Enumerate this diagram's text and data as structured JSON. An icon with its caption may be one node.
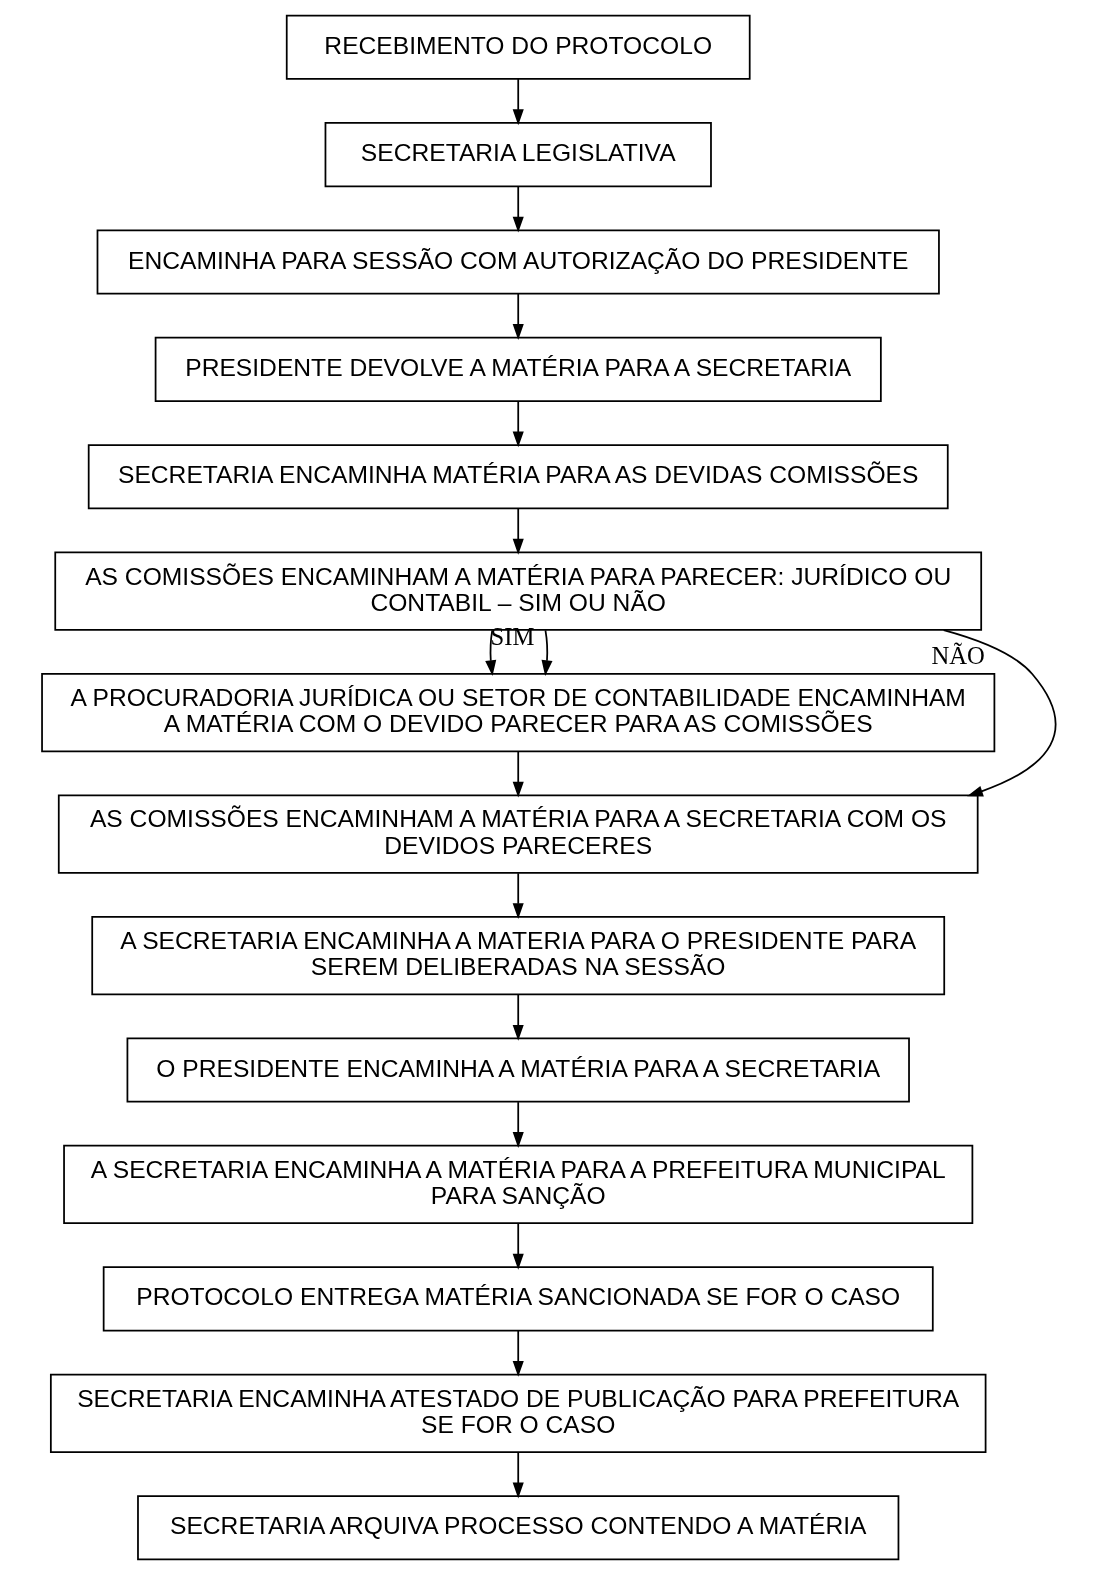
{
  "diagram": {
    "nodes": [
      {
        "text": [
          "RECEBIMENTO DO PROTOCOLO"
        ]
      },
      {
        "text": [
          "SECRETARIA LEGISLATIVA"
        ]
      },
      {
        "text": [
          "ENCAMINHA PARA SESSÃO COM AUTORIZAÇÃO DO PRESIDENTE"
        ]
      },
      {
        "text": [
          "PRESIDENTE DEVOLVE A MATÉRIA PARA A SECRETARIA"
        ]
      },
      {
        "text": [
          "SECRETARIA ENCAMINHA MATÉRIA PARA AS DEVIDAS COMISSÕES"
        ]
      },
      {
        "text": [
          "AS COMISSÕES ENCAMINHAM A MATÉRIA PARA PARECER: JURÍDICO OU CONTABIL – SIM OU NÃO"
        ]
      },
      {
        "text": [
          "A PROCURADORIA JURÍDICA OU SETOR DE CONTABILIDADE ENCAMINHAM A MATÉRIA COM O DEVIDO PARECER PARA AS COMISSÕES"
        ]
      },
      {
        "text": [
          "AS COMISSÕES ENCAMINHAM A MATÉRIA PARA A SECRETARIA COM OS DEVIDOS PARECERES"
        ]
      },
      {
        "text": [
          "A SECRETARIA ENCAMINHA A MATERIA PARA O PRESIDENTE PARA SEREM DELIBERADAS NA SESSÃO"
        ]
      },
      {
        "text": [
          "O PRESIDENTE ENCAMINHA A MATÉRIA PARA A SECRETARIA"
        ]
      },
      {
        "text": [
          "A SECRETARIA ENCAMINHA A MATÉRIA PARA A PREFEITURA MUNICIPAL PARA SANÇÃO"
        ]
      },
      {
        "text": [
          "PROTOCOLO ENTREGA MATÉRIA SANCIONADA SE FOR O CASO"
        ]
      },
      {
        "text": [
          "SECRETARIA ENCAMINHA ATESTADO DE PUBLICAÇÃO PARA PREFEITURA SE FOR O CASO"
        ]
      },
      {
        "text": [
          "SECRETARIA ARQUIVA PROCESSO CONTENDO A MATÉRIA"
        ]
      }
    ],
    "edges": [
      {
        "from": 0,
        "to": 1,
        "arrow": "to"
      },
      {
        "from": 1,
        "to": 2,
        "arrow": "to"
      },
      {
        "from": 2,
        "to": 3,
        "arrow": "to"
      },
      {
        "from": 3,
        "to": 4,
        "arrow": "to"
      },
      {
        "from": 4,
        "to": 5,
        "arrow": "to"
      },
      {
        "from": 5,
        "to": 7,
        "arrow": "to",
        "label": "NÃO"
      },
      {
        "from": 5,
        "to": 6,
        "arrow": "to",
        "label": "SIM"
      },
      {
        "from": 5,
        "to": 6,
        "arrow": "to"
      },
      {
        "from": 6,
        "to": 7,
        "arrow": "to"
      },
      {
        "from": 7,
        "to": 8,
        "arrow": "to"
      },
      {
        "from": 8,
        "to": 9,
        "arrow": "to"
      },
      {
        "from": 9,
        "to": 10,
        "arrow": "to"
      },
      {
        "from": 10,
        "to": 11,
        "arrow": "to"
      },
      {
        "from": 11,
        "to": 12,
        "arrow": "to"
      },
      {
        "from": 12,
        "to": 13,
        "arrow": "to"
      }
    ]
  }
}
